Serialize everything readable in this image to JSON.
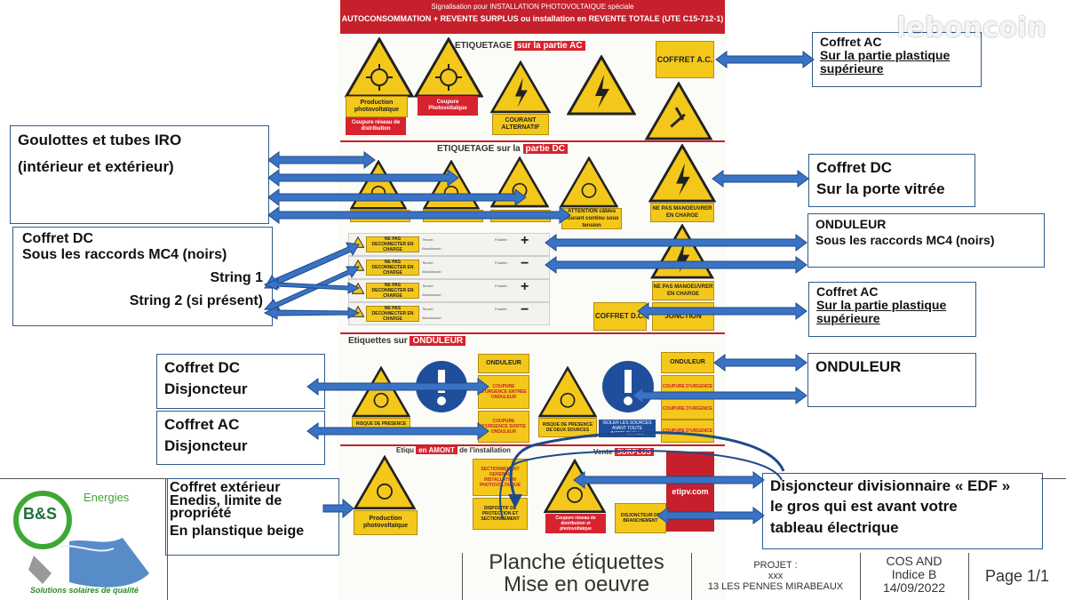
{
  "sheet": {
    "header_line1": "Signalisation pour INSTALLATION PHOTOVOLTAIQUE spéciale",
    "header_line2": "AUTOCONSOMMATION + REVENTE SURPLUS ou installation en REVENTE TOTALE (UTE C15-712-1)",
    "sec_ac_prefix": "ETIQUETAGE",
    "sec_ac_red": "sur la partie AC",
    "sec_dc_prefix": "ETIQUETAGE sur la",
    "sec_dc_red": "partie DC",
    "sec_ond_prefix": "Etiquettes sur",
    "sec_ond_red": "ONDULEUR",
    "sec_amont_prefix": "Etiqu",
    "sec_amont_red": "en AMONT",
    "sec_amont_suffix": "de l'installation",
    "sec_vente_prefix": "Vente",
    "sec_vente_red": "SURPLUS",
    "labels": {
      "production_pv": "Production photovoltaïque",
      "coupure_pv": "Coupure Photovoltaïque",
      "coupure_reseau": "Coupure réseau de distribution",
      "courant_alternatif": "COURANT ALTERNATIF",
      "coffret_ac": "COFFRET A.C.",
      "attention": "ATTENTION",
      "attention_courant": "ATTENTION câbles courant continu sous tension",
      "ne_pas_manoeuvrer": "NE PAS MANOEUVRER EN CHARGE",
      "ne_pas_deconnecter": "NE PAS DECONNECTER EN CHARGE",
      "coffret_dc": "COFFRET D.C.",
      "jonction": "JONCTION",
      "onduleur": "ONDULEUR",
      "coupure_urgence_entree": "COUPURE D'URGENCE ENTREE ONDULEUR",
      "coupure_urgence_sortie": "COUPURE D'URGENCE SORTIE ONDULEUR",
      "coupure_urgence": "COUPURE D'URGENCE",
      "risque_presence": "RISQUE DE PRESENCE",
      "risque_deux_sources": "RISQUE DE PRESENCE DE DEUX SOURCES",
      "isoler_sources": "ISOLER LES SOURCES AVANT TOUTE INTERVENTION",
      "sectionnement": "SECTIONNEMENT GENERAL INSTALLATION PHOTOVOLTAIQUE",
      "dispositif_protection": "DISPOSITIF DE PROTECTION ET SECTIONNEMENT",
      "disjoncteur_branchement": "DISJONCTEUR DE BRANCHEMENT",
      "coupure_reseau2": "Coupure réseau de distribution et photovoltaïque",
      "etipv": "etipv.com",
      "tenant": "Tenant :",
      "aboutissant": "Aboutissant :",
      "polarite": "Polarité :"
    }
  },
  "annotations": {
    "coffret_ac_top": {
      "l1": "Coffret AC",
      "l2": "Sur la partie plastique",
      "l3": "supérieure"
    },
    "goulottes": {
      "l1": "Goulottes et tubes IRO",
      "l2": "(intérieur et extérieur)"
    },
    "coffret_dc_porte": {
      "l1": "Coffret DC",
      "l2": "Sur la porte vitrée"
    },
    "coffret_dc_mc4": {
      "l1": "Coffret DC",
      "l2": "Sous les raccords MC4 (noirs)",
      "l3": "String 1",
      "l4": "String 2 (si présent)"
    },
    "onduleur_mc4": {
      "l1": "ONDULEUR",
      "l2": "Sous les raccords MC4 (noirs)"
    },
    "coffret_ac_mid": {
      "l1": "Coffret AC",
      "l2": "Sur la partie plastique",
      "l3": "supérieure"
    },
    "coffret_dc_disj": {
      "l1": "Coffret DC",
      "l2": "Disjoncteur"
    },
    "onduleur": {
      "l1": "ONDULEUR"
    },
    "coffret_ac_disj": {
      "l1": "Coffret AC",
      "l2": "Disjoncteur"
    },
    "coffret_ext": {
      "l1": "Coffret extérieur",
      "l2": "Enedis, limite de",
      "l3": "propriété",
      "l4": "En planstique beige"
    },
    "disjoncteur_edf": {
      "l1": "Disjoncteur divisionnaire « EDF »",
      "l2": "le gros qui est avant votre",
      "l3": "tableau électrique"
    }
  },
  "footer": {
    "logo_initials": "B&S",
    "logo_energies": "Energies",
    "logo_slogan": "Solutions solaires de qualité",
    "title_l1": "Planche étiquettes",
    "title_l2": "Mise en oeuvre",
    "projet_label": "PROJET :",
    "projet_value": "xxx",
    "projet_address": "13 LES PENNES MIRABEAUX",
    "company": "COS AND",
    "indice": "Indice B",
    "date": "14/09/2022",
    "page": "Page 1/1"
  },
  "watermark": "leboncoin",
  "colors": {
    "arrow": "#3a72c4",
    "red": "#c5202c",
    "yellow": "#f4c81b"
  }
}
